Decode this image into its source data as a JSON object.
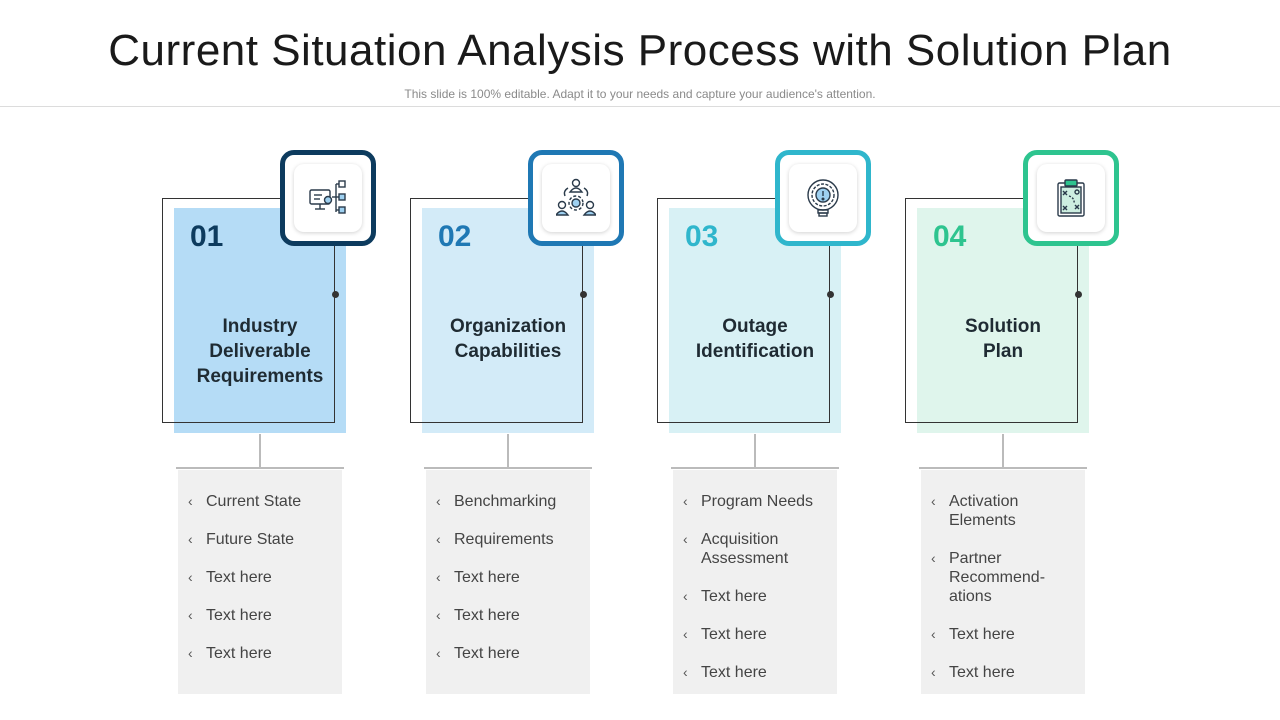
{
  "title": "Current Situation Analysis Process with Solution Plan",
  "subtitle": "This slide is 100% editable. Adapt it to your needs and capture your audience's attention.",
  "steps": [
    {
      "number": "01",
      "title_lines": [
        "Industry",
        "Deliverable",
        "Requirements"
      ],
      "icon": "monitor-flowchart-icon",
      "accent": "#0d3b5e",
      "fill": "#b5dcf6",
      "bullet": "‹",
      "items": [
        "Current State",
        "Future State",
        "Text here",
        "Text here",
        "Text here"
      ]
    },
    {
      "number": "02",
      "title_lines": [
        "Organization",
        "Capabilities"
      ],
      "icon": "team-gear-icon",
      "accent": "#1f78b4",
      "fill": "#d3ebf8",
      "bullet": "‹",
      "items": [
        "Benchmarking",
        "Requirements",
        "Text here",
        "Text here",
        "Text here"
      ]
    },
    {
      "number": "03",
      "title_lines": [
        "Outage",
        "Identification"
      ],
      "icon": "gear-alert-bulb-icon",
      "accent": "#2fb6cc",
      "fill": "#d8f1f5",
      "bullet": "‹",
      "items": [
        "Program Needs",
        "Acquisition Assessment",
        "Text here",
        "Text here",
        "Text here"
      ]
    },
    {
      "number": "04",
      "title_lines": [
        "Solution",
        "Plan"
      ],
      "icon": "clipboard-strategy-icon",
      "accent": "#2ec48f",
      "fill": "#dff5ec",
      "bullet": "‹",
      "items": [
        "Activation Elements",
        "Partner Recommend-ations",
        "Text here",
        "Text here"
      ]
    }
  ]
}
